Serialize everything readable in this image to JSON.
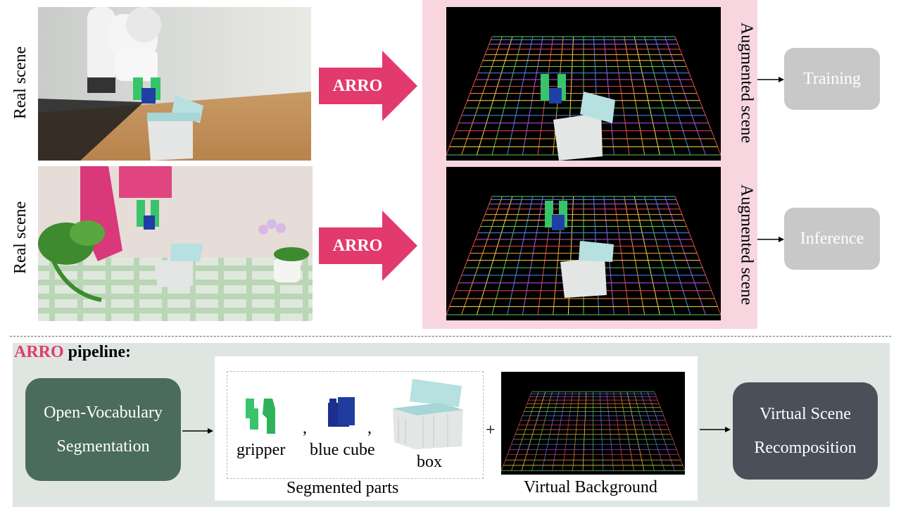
{
  "top_row": {
    "real_scene_label": "Real scene",
    "arrow_label": "ARRO",
    "augmented_scene_label": "Augmented scene",
    "training_label": "Training",
    "inference_label": "Inference"
  },
  "bottom_row": {
    "title_accent": "ARRO",
    "title_rest": " pipeline:",
    "segmentation_line1": "Open-Vocabulary",
    "segmentation_line2": "Segmentation",
    "parts": [
      "gripper",
      "blue cube",
      "box"
    ],
    "separator": ",",
    "plus": "+",
    "segmented_parts_caption": "Segmented parts",
    "virtual_background_caption": "Virtual Background",
    "recompose_line1": "Virtual Scene",
    "recompose_line2": "Recomposition"
  },
  "colors": {
    "accent": "#e23a6c",
    "pink_panel": "#f7d6e0",
    "grey_box": "#c8c8c8",
    "green_box": "#4b6b5c",
    "dark_box": "#4a4f5a",
    "bottom_panel": "#dfe6e2"
  },
  "icons": [
    "robot-arm-icon",
    "gripper-icon",
    "blue-cube-icon",
    "treasure-box-icon",
    "grid-floor-icon",
    "plant-icon",
    "orchid-icon"
  ]
}
